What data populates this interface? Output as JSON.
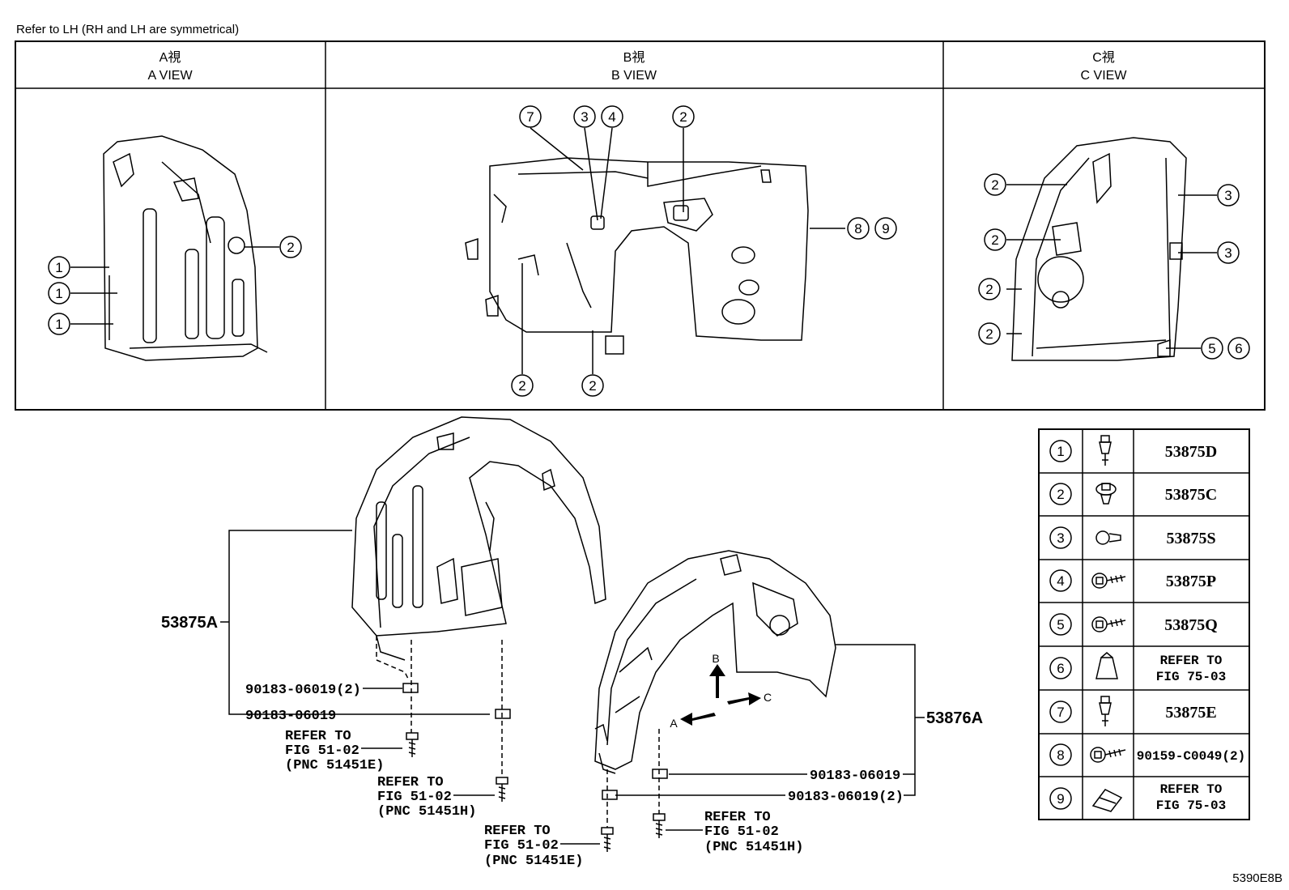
{
  "note": "Refer to LH (RH and LH are symmetrical)",
  "diagram_code": "5390E8B",
  "views": [
    {
      "jp": "A視",
      "en": "A VIEW"
    },
    {
      "jp": "B視",
      "en": "B VIEW"
    },
    {
      "jp": "C視",
      "en": "C VIEW"
    }
  ],
  "callouts": {
    "one": "1",
    "two": "2",
    "three": "3",
    "four": "4",
    "five": "5",
    "six": "6",
    "seven": "7",
    "eight": "8",
    "nine": "9"
  },
  "parts": {
    "liner_front": "53875A",
    "liner_rear": "53876A",
    "clip_qty2": "90183-06019(2)",
    "clip": "90183-06019",
    "refer_to": "REFER TO",
    "fig": "FIG 51-02",
    "pnc_e": "(PNC 51451E)",
    "pnc_h": "(PNC 51451H)"
  },
  "arrows": {
    "a": "A",
    "b": "B",
    "c": "C"
  },
  "legend": [
    {
      "num": "1",
      "part": "53875D",
      "icon": "push-rivet-icon"
    },
    {
      "num": "2",
      "part": "53875C",
      "icon": "clip-icon"
    },
    {
      "num": "3",
      "part": "53875S",
      "icon": "clip-icon"
    },
    {
      "num": "4",
      "part": "53875P",
      "icon": "screw-icon"
    },
    {
      "num": "5",
      "part": "53875Q",
      "icon": "screw-icon"
    },
    {
      "num": "6",
      "ref1": "REFER TO",
      "ref2": "FIG 75-03",
      "icon": "nut-clip-icon"
    },
    {
      "num": "7",
      "part": "53875E",
      "icon": "push-rivet-icon"
    },
    {
      "num": "8",
      "part": "90159-C0049(2)",
      "icon": "screw-icon"
    },
    {
      "num": "9",
      "ref1": "REFER TO",
      "ref2": "FIG 75-03",
      "icon": "nut-clip-icon"
    }
  ]
}
